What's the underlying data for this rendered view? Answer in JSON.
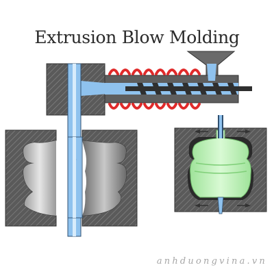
{
  "diagram": {
    "title": "Extrusion Blow Molding",
    "watermark": "anhduongvina.vn",
    "components": [
      {
        "id": "hopper",
        "icon": "funnel-hopper"
      },
      {
        "id": "extruder-barrel",
        "icon": "screw-barrel"
      },
      {
        "id": "heater-bands",
        "icon": "heating-coil"
      },
      {
        "id": "die-head",
        "icon": "extrusion-die"
      },
      {
        "id": "parison",
        "icon": "plastic-tube"
      },
      {
        "id": "open-mold-left-half",
        "icon": "mold-half"
      },
      {
        "id": "open-mold-right-half",
        "icon": "mold-half"
      },
      {
        "id": "closed-mold",
        "icon": "closed-mold"
      },
      {
        "id": "blow-pin",
        "icon": "air-nozzle"
      },
      {
        "id": "finished-bottle",
        "icon": "bottle"
      }
    ],
    "colors": {
      "steel_fill": "#595959",
      "hatch_line": "#8a8a8a",
      "plastic_melt": "#8fc2ee",
      "heater_coil": "#e02a2a",
      "screw": "#303030",
      "bottle_fill": "#b9f0b2",
      "mold_cavity": "#d4d4d4"
    }
  }
}
